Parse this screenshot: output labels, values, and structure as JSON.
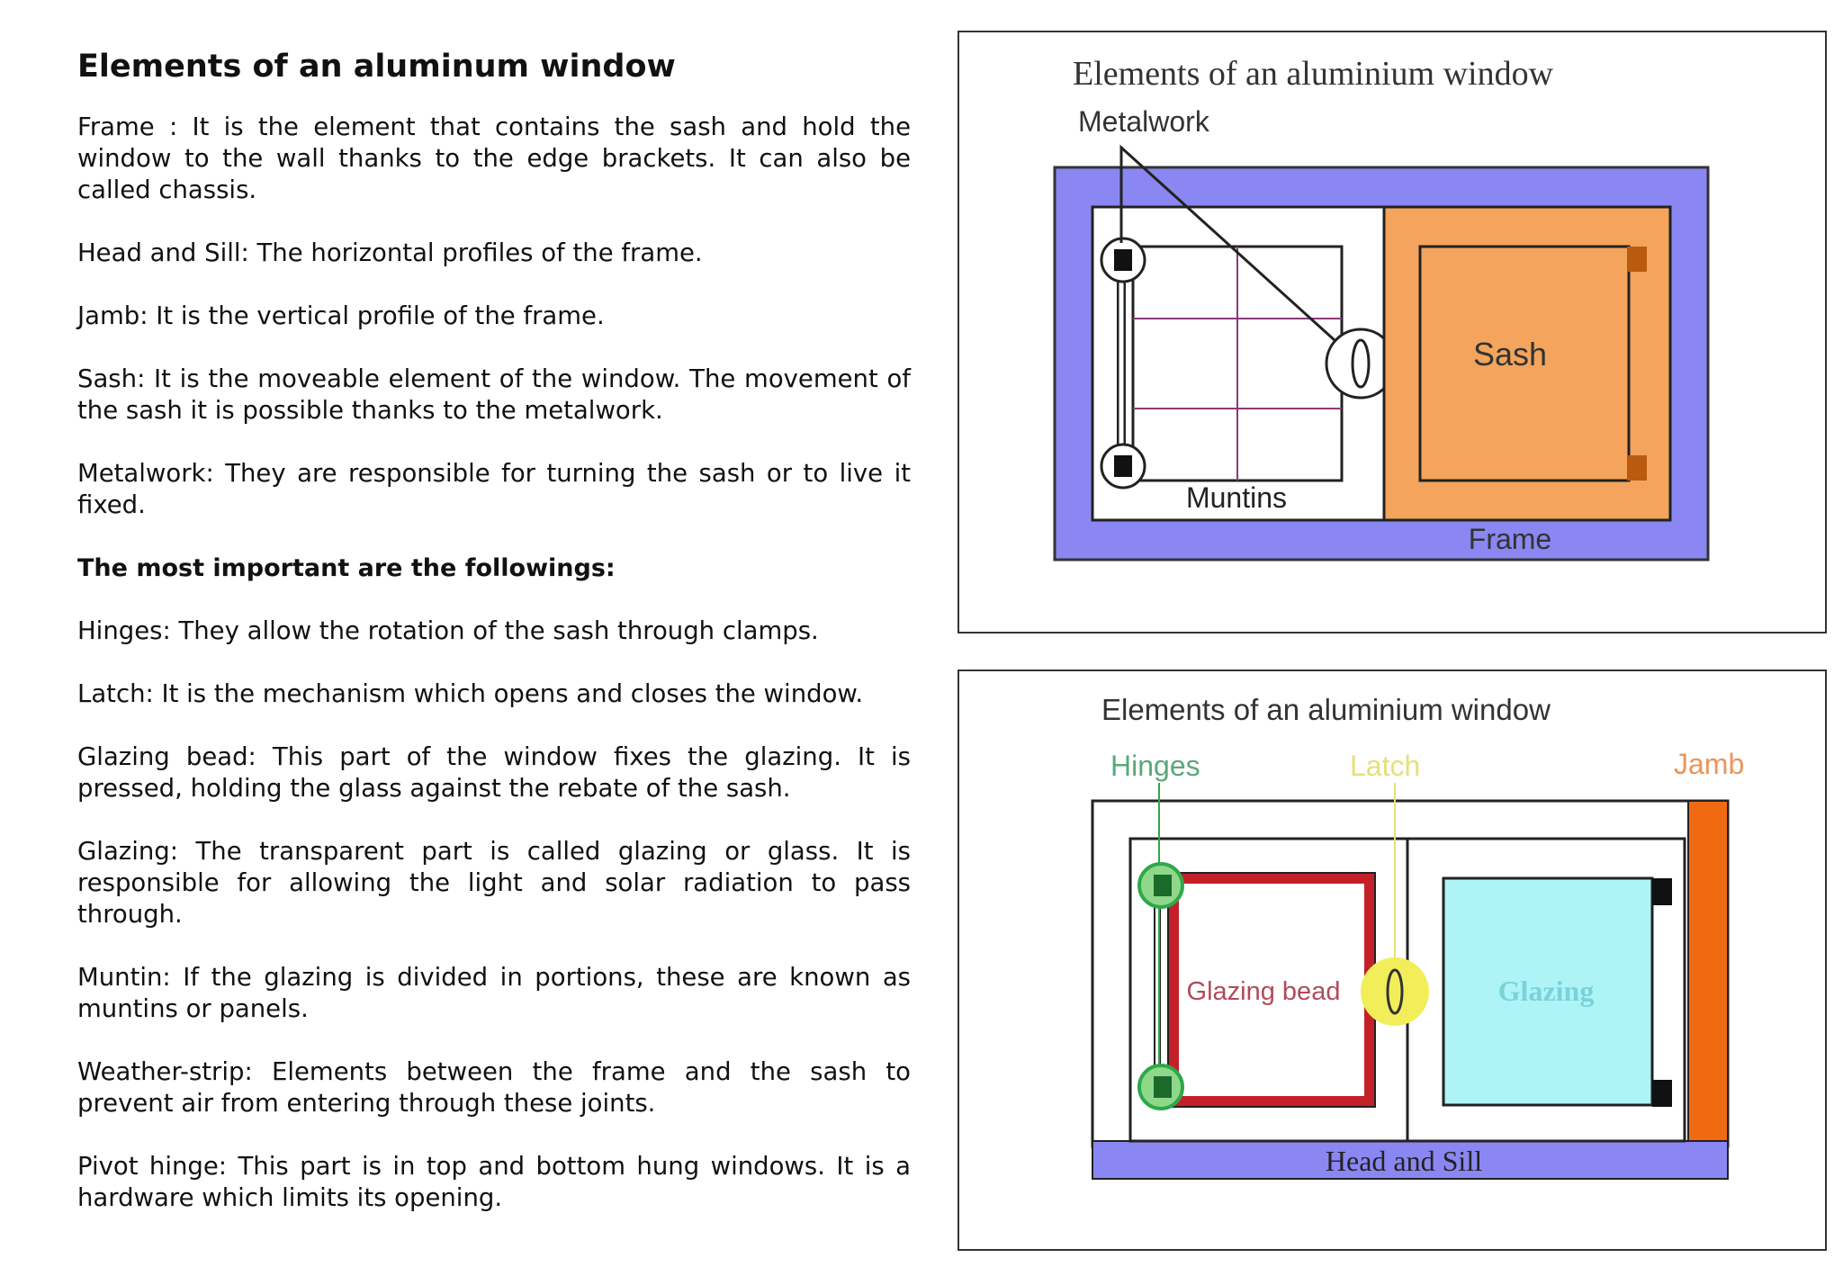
{
  "document": {
    "title": "Elements of an aluminum window",
    "paragraphs": [
      "Frame : It is the element that contains the sash and hold the window to the wall thanks to the edge brackets. It can also be called chassis.",
      "Head and Sill: The horizontal profiles of the frame.",
      "Jamb: It is the vertical profile of the frame.",
      "Sash: It is the moveable element of the window. The movement of the sash it is possible thanks to the metalwork.",
      "Metalwork: They are responsible for turning the sash or to live it fixed."
    ],
    "subheading": "The most important are the followings:",
    "items": [
      "Hinges: They allow the rotation of the sash through clamps.",
      "Latch: It is the mechanism which opens and closes the window.",
      "Glazing bead: This part of the window fixes the glazing. It is pressed, holding the glass against the rebate of the sash.",
      "Glazing: The transparent part is called glazing or glass. It is responsible for allowing the light and solar radiation to pass through.",
      "Muntin: If the glazing is divided in portions, these are known as muntins or panels.",
      "Weather-strip: Elements between the frame and the sash to prevent air from entering through these joints.",
      "Pivot hinge: This part is in top and bottom hung windows. It is a hardware which limits its opening."
    ]
  },
  "figure_top": {
    "title": "Elements of an aluminium window",
    "labels": {
      "metalwork": "Metalwork",
      "sash": "Sash",
      "muntins": "Muntins",
      "frame": "Frame"
    },
    "colors": {
      "frame": "#8a87f2",
      "sash": "#f4a45c",
      "sash_hardware": "#b85b10",
      "muntin_lines": "#8b3a7a"
    }
  },
  "figure_bottom": {
    "title": "Elements of an aluminium window",
    "labels": {
      "hinges": "Hinges",
      "latch": "Latch",
      "jamb": "Jamb",
      "glazing_bead": "Glazing bead",
      "glazing": "Glazing",
      "head_and_sill": "Head and Sill"
    },
    "colors": {
      "hinges": "#2ea84a",
      "latch": "#f2ee5a",
      "jamb": "#f06a12",
      "glazing_bead": "#c4202a",
      "glazing": "#aef4f6",
      "head_and_sill": "#8a87f2"
    }
  }
}
